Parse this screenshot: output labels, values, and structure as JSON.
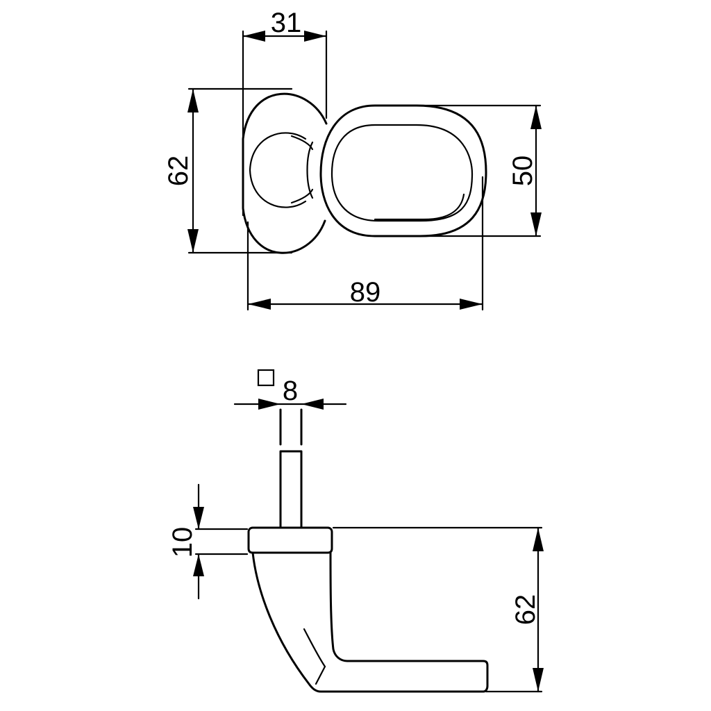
{
  "diagram": {
    "stroke_color": "#000000",
    "background_color": "#ffffff",
    "top_view": {
      "dim_width_top": "31",
      "dim_height_left": "62",
      "dim_height_right": "50",
      "dim_length_bottom": "89"
    },
    "side_view": {
      "spindle_symbol": "square-symbol",
      "dim_spindle": "8",
      "dim_rose_thickness": "10",
      "dim_projection": "62"
    }
  }
}
